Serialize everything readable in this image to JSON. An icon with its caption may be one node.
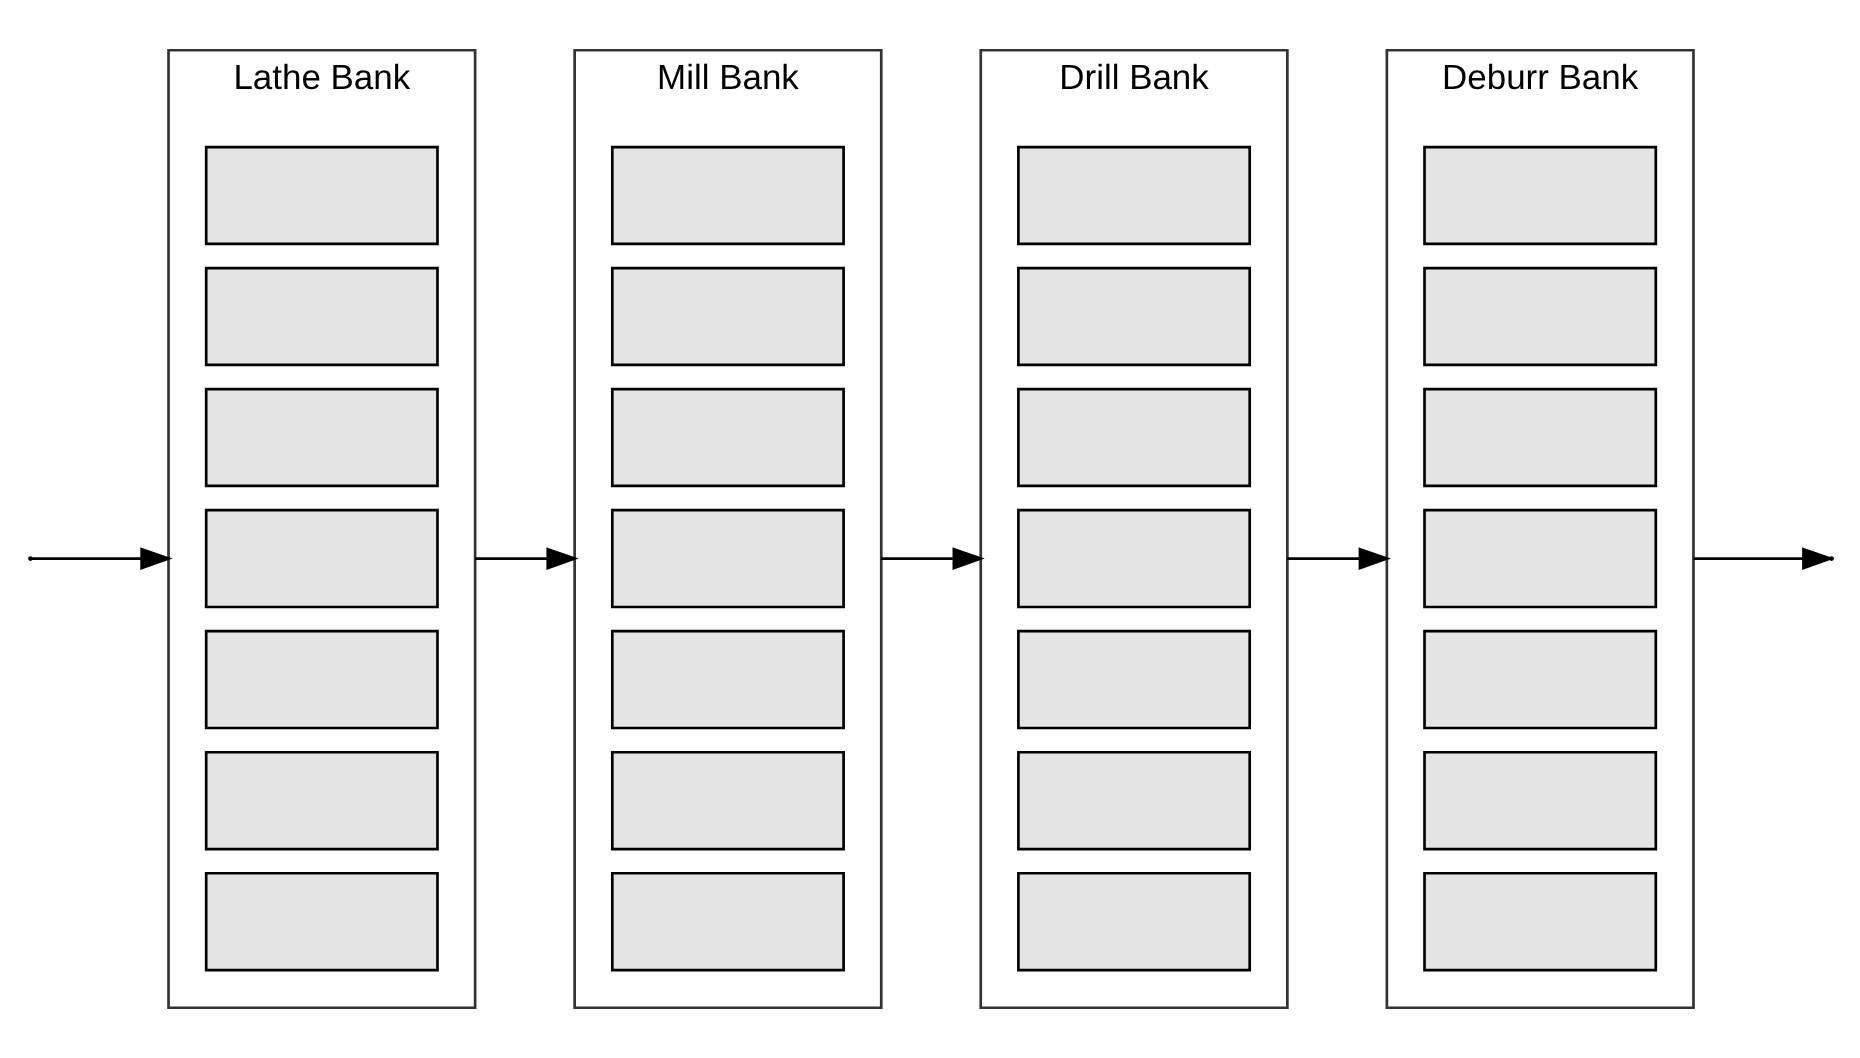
{
  "diagram": {
    "nodes": [
      {
        "text": [
          "Lathe Bank"
        ]
      },
      {
        "text": [],
        "shape": "box",
        "in": 0
      },
      {
        "text": [],
        "shape": "box",
        "in": 0
      },
      {
        "text": [],
        "shape": "box",
        "in": 0
      },
      {
        "text": [],
        "shape": "box",
        "in": 0
      },
      {
        "text": [],
        "shape": "box",
        "in": 0
      },
      {
        "text": [],
        "shape": "box",
        "in": 0
      },
      {
        "text": [],
        "shape": "box",
        "in": 0
      },
      {
        "text": [
          "Mill Bank"
        ]
      },
      {
        "text": [],
        "shape": "box",
        "in": 8
      },
      {
        "text": [],
        "shape": "box",
        "in": 8
      },
      {
        "text": [],
        "shape": "box",
        "in": 8
      },
      {
        "text": [],
        "shape": "box",
        "in": 8
      },
      {
        "text": [],
        "shape": "box",
        "in": 8
      },
      {
        "text": [],
        "shape": "box",
        "in": 8
      },
      {
        "text": [],
        "shape": "box",
        "in": 8
      },
      {
        "text": [
          "Drill Bank"
        ]
      },
      {
        "text": [],
        "shape": "box",
        "in": 16
      },
      {
        "text": [],
        "shape": "box",
        "in": 16
      },
      {
        "text": [],
        "shape": "box",
        "in": 16
      },
      {
        "text": [],
        "shape": "box",
        "in": 16
      },
      {
        "text": [],
        "shape": "box",
        "in": 16
      },
      {
        "text": [],
        "shape": "box",
        "in": 16
      },
      {
        "text": [],
        "shape": "box",
        "in": 16
      },
      {
        "text": [
          "Deburr Bank"
        ]
      },
      {
        "text": [],
        "shape": "box",
        "in": 24
      },
      {
        "text": [],
        "shape": "box",
        "in": 24
      },
      {
        "text": [],
        "shape": "box",
        "in": 24
      },
      {
        "text": [],
        "shape": "box",
        "in": 24
      },
      {
        "text": [],
        "shape": "box",
        "in": 24
      },
      {
        "text": [],
        "shape": "box",
        "in": 24
      },
      {
        "text": [],
        "shape": "box",
        "in": 24
      }
    ],
    "edges": [
      {
        "from": null,
        "to": 0,
        "arrow": "to"
      },
      {
        "from": 0,
        "to": 8,
        "arrow": "to"
      },
      {
        "from": 8,
        "to": 16,
        "arrow": "to"
      },
      {
        "from": 16,
        "to": 24,
        "arrow": "to"
      },
      {
        "from": 24,
        "to": null,
        "arrow": "to"
      }
    ]
  }
}
